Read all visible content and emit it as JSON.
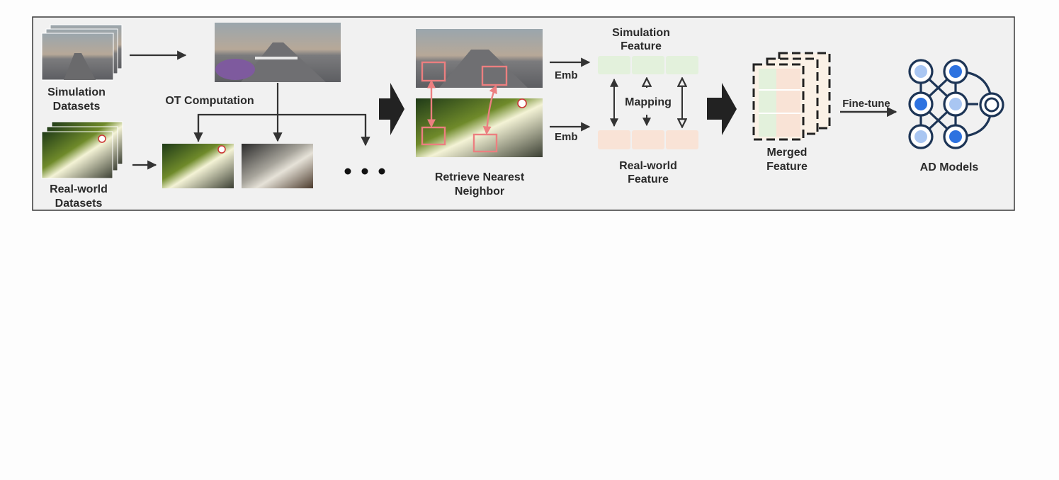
{
  "labels": {
    "sim_datasets_1": "Simulation",
    "sim_datasets_2": "Datasets",
    "real_datasets_1": "Real-world",
    "real_datasets_2": "Datasets",
    "ot_computation": "OT Computation",
    "retrieve_1": "Retrieve Nearest",
    "retrieve_2": "Neighbor",
    "emb_top": "Emb",
    "emb_bottom": "Emb",
    "sim_feature_1": "Simulation",
    "sim_feature_2": "Feature",
    "mapping": "Mapping",
    "real_feature_1": "Real-world",
    "real_feature_2": "Feature",
    "merged_1": "Merged",
    "merged_2": "Feature",
    "fine_tune": "Fine-tune",
    "ad_models": "AD Models"
  },
  "colors": {
    "panel_bg": "#f1f1f1",
    "panel_border": "#3a3a3a",
    "arrow": "#333333",
    "sim_feature": "#e3f1dc",
    "real_feature": "#f9e3d6",
    "highlight_box": "#ec7f80",
    "node_light": "#a9c6f2",
    "node_dark": "#2d72e0",
    "node_ring": "#1d3556"
  },
  "icons": {
    "sim_thumbnails": "city-street-photo",
    "real_thumbnails": "forest-road-photo",
    "ellipsis": "more-dots-icon",
    "pipeline_arrows": "block-arrow-icon",
    "network": "neural-network-icon"
  }
}
